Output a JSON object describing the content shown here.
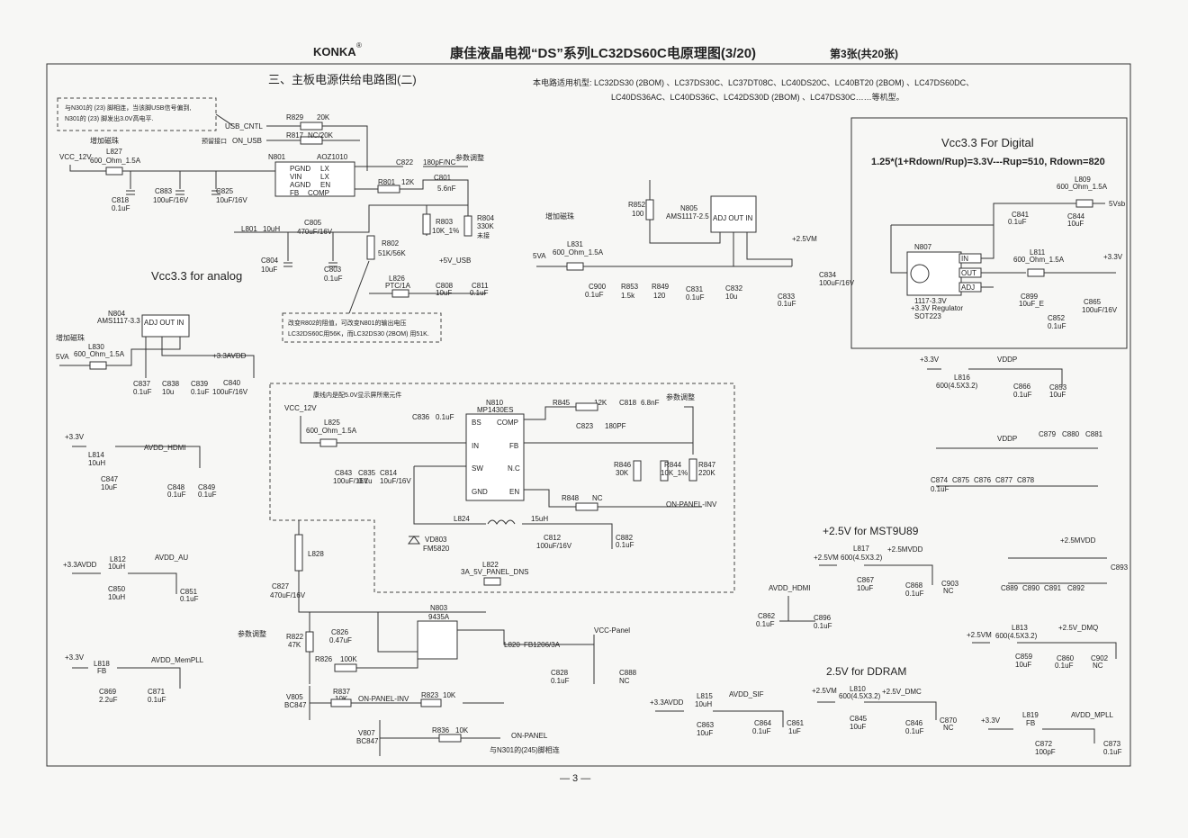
{
  "header": {
    "brand": "KONKA",
    "brand_mark": "®",
    "title": "康佳液晶电视“DS”系列LC32DS60C电原理图(3/20)",
    "sheet_no": "第3张(共20张)",
    "page_footer": "— 3 —"
  },
  "sections": {
    "main_power": "三、主板电源供给电路图(二)",
    "applicable_line1": "本电路适用机型: LC32DS30 (2BOM) 、LC37DS30C、LC37DT08C、LC40DS20C、LC40BT20 (2BOM) 、LC47DS60DC、",
    "applicable_line2": "LC40DS36AC、LC40DS36C、LC42DS30D (2BOM) 、LC47DS30C……等机型。",
    "vcc33_analog": "Vcc3.3 for analog",
    "vcc33_digital": "Vcc3.3 For Digital",
    "vcc33_digital_formula": "1.25*(1+Rdown/Rup)=3.3V---Rup=510, Rdown=820",
    "mst": "+2.5V for MST9U89",
    "ddram": "2.5V  for DDRAM"
  },
  "notes": {
    "n301_line1": "与N301的 (23) 脚相连，当该脚USB信号偏到,",
    "n301_line2": "N301的 (23) 脚发出3.0V高电平.",
    "r802_line1": "改变R802的阻值，可改变N801的输出电压",
    "r802_line2": "LC32DS60C用56K，而LC32DS30 (2BOM) 用51K.",
    "dashed_area": "康线内是配5.0V显示屏所需元件",
    "add_bead": "增加磁珠",
    "add_bead2": "增加磁珠",
    "add_bead3": "增加磁珠",
    "reserved": "预留接口",
    "param_adjust": "参数调整",
    "param_adjust2": "参数调整",
    "param_adjust3": "参数调整",
    "n301_245": "与N301的(245)脚相连"
  },
  "nets": {
    "usb_cntl": "USB_CNTL",
    "on_usb": "ON_USB",
    "vcc12v": "VCC_12V",
    "vcc12v_b": "VCC_12V",
    "p5v_usb": "+5V_USB",
    "fiveva": "5VA",
    "fiveva_b": "5VA",
    "p25vm": "+2.5VM",
    "p33v": "+3.3V",
    "p33v_b": "+3.3V",
    "p33v_c": "+3.3V",
    "p33v_d": "+3.3V",
    "p33avdd": "+3.3AVDD",
    "p33avdd_b": "+3.3AVDD",
    "p33avdd_c": "+3.3AVDD",
    "avdd_hdmi": "AVDD_HDMI",
    "avdd_hdmi_b": "AVDD_HDMI",
    "avdd_au": "AVDD_AU",
    "avdd_mempll": "AVDD_MemPLL",
    "avdd_sif": "AVDD_SIF",
    "avdd_mpll": "AVDD_MPLL",
    "on_panel_inv": "ON-PANEL-INV",
    "on_panel_inv_b": "ON-PANEL-INV",
    "on_panel": "ON-PANEL",
    "vcc_panel": "VCC-Panel",
    "fivevsb": "5Vsb",
    "vddp": "VDDP",
    "vddp_b": "VDDP",
    "p25mvdd": "+2.5MVDD",
    "p25mvdd_b": "+2.5MVDD",
    "p25vm_b": "+2.5VM",
    "p25vm_c": "+2.5VM",
    "p25vm_d": "+2.5VM",
    "p25v_dmq": "+2.5V_DMQ",
    "p25v_dmc": "+2.5V_DMC",
    "a3v5_panel": "3A_5V_PANEL_DNS"
  },
  "ics": {
    "n801_ref": "N801",
    "n801_part": "AOZ1010",
    "n801_pins_l": [
      "PGND",
      "VIN",
      "AGND",
      "FB"
    ],
    "n801_pins_r": [
      "LX",
      "LX",
      "EN",
      "COMP"
    ],
    "n804_ref": "N804",
    "n804_part": "AMS1117-3.3",
    "n805_ref": "N805",
    "n805_part": "AMS1117-2.5",
    "reg_pins": "ADJ OUT IN",
    "reg_pins_b": "ADJ OUT IN",
    "n810_ref": "N810",
    "n810_part": "MP1430ES",
    "n810_pins_l": [
      "BS",
      "IN",
      "SW",
      "GND"
    ],
    "n810_pins_r": [
      "COMP",
      "FB",
      "N.C",
      "EN"
    ],
    "n803_ref": "N803",
    "n803_part": "9435A",
    "n807_ref": "N807",
    "n807_desc1": "1117-3.3V",
    "n807_desc2": "+3.3V Regulator",
    "n807_desc3": "SOT223",
    "n807_pin_in": "IN",
    "n807_pin_out": "OUT",
    "n807_pin_adj": "ADJ"
  },
  "parts": {
    "l827": "L827",
    "l827v": "600_Ohm_1.5A",
    "c818": "C818",
    "c818v": "0.1uF",
    "c883": "C883",
    "c883v": "100uF/16V",
    "c825": "C825",
    "c825v": "10uF/16V",
    "l801": "L801",
    "l801v": "10uH",
    "c805": "C805",
    "c805v": "470uF/16V",
    "c804": "C804",
    "c804v": "10uF",
    "c803": "C803",
    "c803v": "0.1uF",
    "r829": "R829",
    "r829v": "20K",
    "r817": "R817",
    "r817v": "NC/20K",
    "c822": "C822",
    "c822v": "180pF/NC",
    "r801": "R801",
    "r801v": "12K",
    "c801": "C801",
    "c801v": "5.6nF",
    "r803": "R803",
    "r803v": "10K_1%",
    "r804": "R804",
    "r804v": "330K",
    "r804n": "未接",
    "r802": "R802",
    "r802v": "51K/56K",
    "l826": "L826",
    "l826v": "PTC/1A",
    "c808": "C808",
    "c808v": "10uF",
    "c811": "C811",
    "c811v": "0.1uF",
    "l830": "L830",
    "l830v": "600_Ohm_1.5A",
    "c837": "C837",
    "c837v": "0.1uF",
    "c838": "C838",
    "c838v": "10u",
    "c839": "C839",
    "c839v": "0.1uF",
    "c840": "C840",
    "c840v": "100uF/16V",
    "l814": "L814",
    "l814v": "10uH",
    "c847": "C847",
    "c847v": "10uF",
    "c848": "C848",
    "c848v": "0.1uF",
    "c849": "C849",
    "c849v": "0.1uF",
    "l812": "L812",
    "l812v": "10uH",
    "c850": "C850",
    "c850v": "10uH",
    "c851": "C851",
    "c851v": "0.1uF",
    "l818": "L818",
    "l818v": "FB",
    "c869": "C869",
    "c869v": "2.2uF",
    "c871": "C871",
    "c871v": "0.1uF",
    "r852": "R852",
    "r852v": "100",
    "l831": "L831",
    "l831v": "600_Ohm_1.5A",
    "c900": "C900",
    "c900v": "0.1uF",
    "r853": "R853",
    "r853v": "1.5k",
    "r849": "R849",
    "r849v": "120",
    "c831": "C831",
    "c831v": "0.1uF",
    "c832": "C832",
    "c832v": "10u",
    "c833": "C833",
    "c833v": "0.1uF",
    "c834": "C834",
    "c834v": "100uF/16V",
    "l825": "L825",
    "l825v": "600_Ohm_1.5A",
    "c843": "C843",
    "c843v": "100uF/16V",
    "c835": "C835",
    "c835v": "0.1u",
    "c814": "C814",
    "c814v": "10uF/16V",
    "c836": "C836",
    "c836v": "0.1uF",
    "r845": "R845",
    "r845v": "12K",
    "c818b": "C818",
    "c818bv": "6.8nF",
    "c823": "C823",
    "c823v": "180PF",
    "r846": "R846",
    "r846v": "30K",
    "r844": "R844",
    "r844v": "10K_1%",
    "r847": "R847",
    "r847v": "220K",
    "r848": "R848",
    "r848v": "NC",
    "l824": "L824",
    "l824v": "15uH",
    "vd803": "VD803",
    "vd803v": "FM5820",
    "c812": "C812",
    "c812v": "100uF/16V",
    "c882": "C882",
    "c882v": "0.1uF",
    "l822": "L822",
    "l828": "L828",
    "c827": "C827",
    "c827v": "470uF/16V",
    "r822": "R822",
    "r822v": "47K",
    "c826": "C826",
    "c826v": "0.47uF",
    "r826": "R826",
    "r826v": "100K",
    "l820": "L820",
    "l820v": "FB1206/3A",
    "c828": "C828",
    "c828v": "0.1uF",
    "c888": "C888",
    "c888v": "NC",
    "v805": "V805",
    "v805v": "BC847",
    "r837": "R837",
    "r837v": "10K",
    "r823": "R823",
    "r823v": "10K",
    "v807": "V807",
    "v807v": "BC847",
    "r836": "R836",
    "r836v": "10K",
    "l809": "L809",
    "l809v": "600_Ohm_1.5A",
    "c841": "C841",
    "c841v": "0.1uF",
    "c844": "C844",
    "c844v": "10uF",
    "l811": "L811",
    "l811v": "600_Ohm_1.5A",
    "c899": "C899",
    "c899v": "10uF_E",
    "c852": "C852",
    "c852v": "0.1uF",
    "c865": "C865",
    "c865v": "100uF/16V",
    "l816": "L816",
    "l816v": "600(4.5X3.2)",
    "c866": "C866",
    "c866v": "0.1uF",
    "c853": "C853",
    "c853v": "10uF",
    "c879": "C879",
    "c880": "C880",
    "c881": "C881",
    "c874": "C874",
    "c875": "C875",
    "c876": "C876",
    "c877": "C877",
    "c878": "C878",
    "cv01": "0.1uF",
    "l817": "L817",
    "l817v": "600(4.5X3.2)",
    "c867": "C867",
    "c867v": "10uF",
    "c868": "C868",
    "c868v": "0.1uF",
    "c903": "C903",
    "c903v": "NC",
    "c862": "C862",
    "c862v": "0.1uF",
    "c896": "C896",
    "c896v": "0.1uF",
    "c889": "C889",
    "c890": "C890",
    "c891": "C891",
    "c892": "C892",
    "c893": "C893",
    "l813": "L813",
    "l813v": "600(4.5X3.2)",
    "c859": "C859",
    "c859v": "10uF",
    "c860": "C860",
    "c860v": "0.1uF",
    "c902": "C902",
    "c902v": "NC",
    "l815": "L815",
    "l815v": "10uH",
    "c863": "C863",
    "c863v": "10uF",
    "c864": "C864",
    "c864v": "0.1uF",
    "c861": "C861",
    "c861v": "1uF",
    "l810": "L810",
    "l810v": "600(4.5X3.2)",
    "c845": "C845",
    "c845v": "10uF",
    "c846": "C846",
    "c846v": "0.1uF",
    "c870": "C870",
    "c870v": "NC",
    "l819": "L819",
    "l819v": "FB",
    "c872": "C872",
    "c872v": "100pF",
    "c873": "C873",
    "c873v": "0.1uF"
  }
}
